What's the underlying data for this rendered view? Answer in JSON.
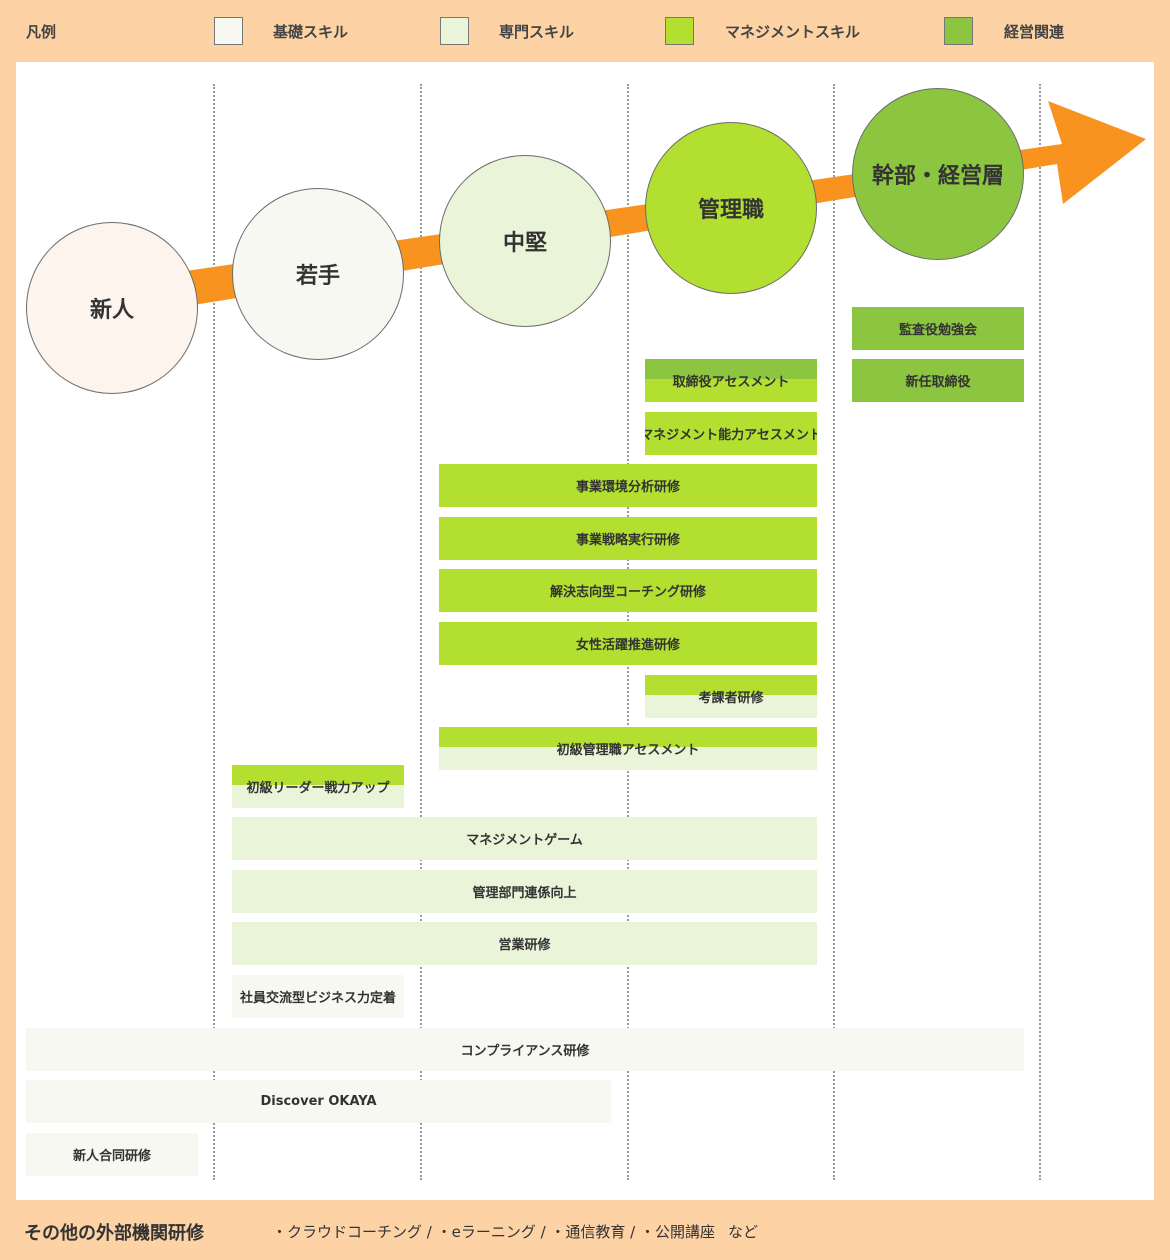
{
  "legend": {
    "title": "凡例",
    "items": [
      {
        "label": "基礎スキル",
        "color": "#f8f8f3"
      },
      {
        "label": "専門スキル",
        "color": "#eaf4d8"
      },
      {
        "label": "マネジメントスキル",
        "color": "#b2df30"
      },
      {
        "label": "経営関連",
        "color": "#8cc540"
      }
    ]
  },
  "stages": [
    "新人",
    "若手",
    "中堅",
    "管理職",
    "幹部・経営層"
  ],
  "colors": {
    "background": "#fdd3a5",
    "arrow": "#f7931e",
    "basic": "#f8f8f3",
    "specialized": "#eaf4d8",
    "management": "#b2df30",
    "executive": "#8cc540"
  },
  "programs": {
    "audit": "監査役勉強会",
    "new_director": "新任取締役",
    "director_assessment": "取締役アセスメント",
    "mgmt_ability_assessment": "マネジメント能力アセスメント",
    "business_env": "事業環境分析研修",
    "strategy_exec": "事業戦略実行研修",
    "coaching": "解決志向型コーチング研修",
    "women": "女性活躍推進研修",
    "evaluator": "考課者研修",
    "junior_mgr_assessment": "初級管理職アセスメント",
    "junior_leader": "初級リーダー戦力アップ",
    "mgmt_game": "マネジメントゲーム",
    "admin_collab": "管理部門連係向上",
    "sales": "営業研修",
    "exchange": "社員交流型ビジネス力定着",
    "compliance": "コンプライアンス研修",
    "discover": "Discover OKAYA",
    "newcomer_joint": "新人合同研修"
  },
  "footer": {
    "title": "その他の外部機関研修",
    "items": "・クラウドコーチング / ・eラーニング / ・通信教育 / ・公開講座",
    "etc": "など"
  }
}
